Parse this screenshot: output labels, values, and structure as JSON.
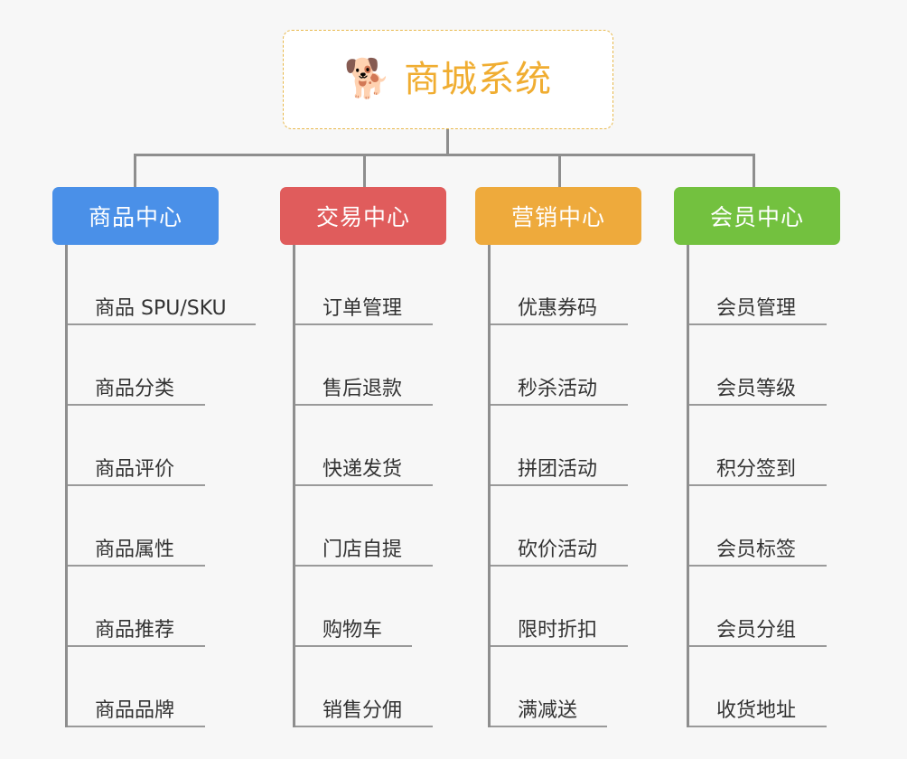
{
  "page": {
    "background_color": "#f7f7f7",
    "connector_color": "#8e8e8e",
    "leaf_rule_color": "#9a9a9a",
    "leaf_text_color": "#333333"
  },
  "root": {
    "icon": "dog-face-emoji",
    "icon_glyph": "🐕",
    "title": "商城系统",
    "title_color": "#f0ad31",
    "border_color": "#e8b84b",
    "background_color": "#ffffff"
  },
  "columns": [
    {
      "id": "product-center",
      "label": "商品中心",
      "color": "#4a90e8",
      "items": [
        {
          "label": "商品 SPU/SKU",
          "rule_width": 208
        },
        {
          "label": "商品分类",
          "rule_width": 152
        },
        {
          "label": "商品评价",
          "rule_width": 152
        },
        {
          "label": "商品属性",
          "rule_width": 152
        },
        {
          "label": "商品推荐",
          "rule_width": 152
        },
        {
          "label": "商品品牌",
          "rule_width": 152
        }
      ]
    },
    {
      "id": "trade-center",
      "label": "交易中心",
      "color": "#e05c5c",
      "items": [
        {
          "label": "订单管理",
          "rule_width": 152
        },
        {
          "label": "售后退款",
          "rule_width": 152
        },
        {
          "label": "快递发货",
          "rule_width": 152
        },
        {
          "label": "门店自提",
          "rule_width": 152
        },
        {
          "label": "购物车",
          "rule_width": 129
        },
        {
          "label": "销售分佣",
          "rule_width": 152
        }
      ]
    },
    {
      "id": "marketing-center",
      "label": "营销中心",
      "color": "#eeaa3c",
      "items": [
        {
          "label": "优惠券码",
          "rule_width": 152
        },
        {
          "label": "秒杀活动",
          "rule_width": 152
        },
        {
          "label": "拼团活动",
          "rule_width": 152
        },
        {
          "label": "砍价活动",
          "rule_width": 152
        },
        {
          "label": "限时折扣",
          "rule_width": 152
        },
        {
          "label": "满减送",
          "rule_width": 129
        }
      ]
    },
    {
      "id": "member-center",
      "label": "会员中心",
      "color": "#73c13f",
      "items": [
        {
          "label": "会员管理",
          "rule_width": 152
        },
        {
          "label": "会员等级",
          "rule_width": 152
        },
        {
          "label": "积分签到",
          "rule_width": 152
        },
        {
          "label": "会员标签",
          "rule_width": 152
        },
        {
          "label": "会员分组",
          "rule_width": 152
        },
        {
          "label": "收货地址",
          "rule_width": 152
        }
      ]
    }
  ]
}
